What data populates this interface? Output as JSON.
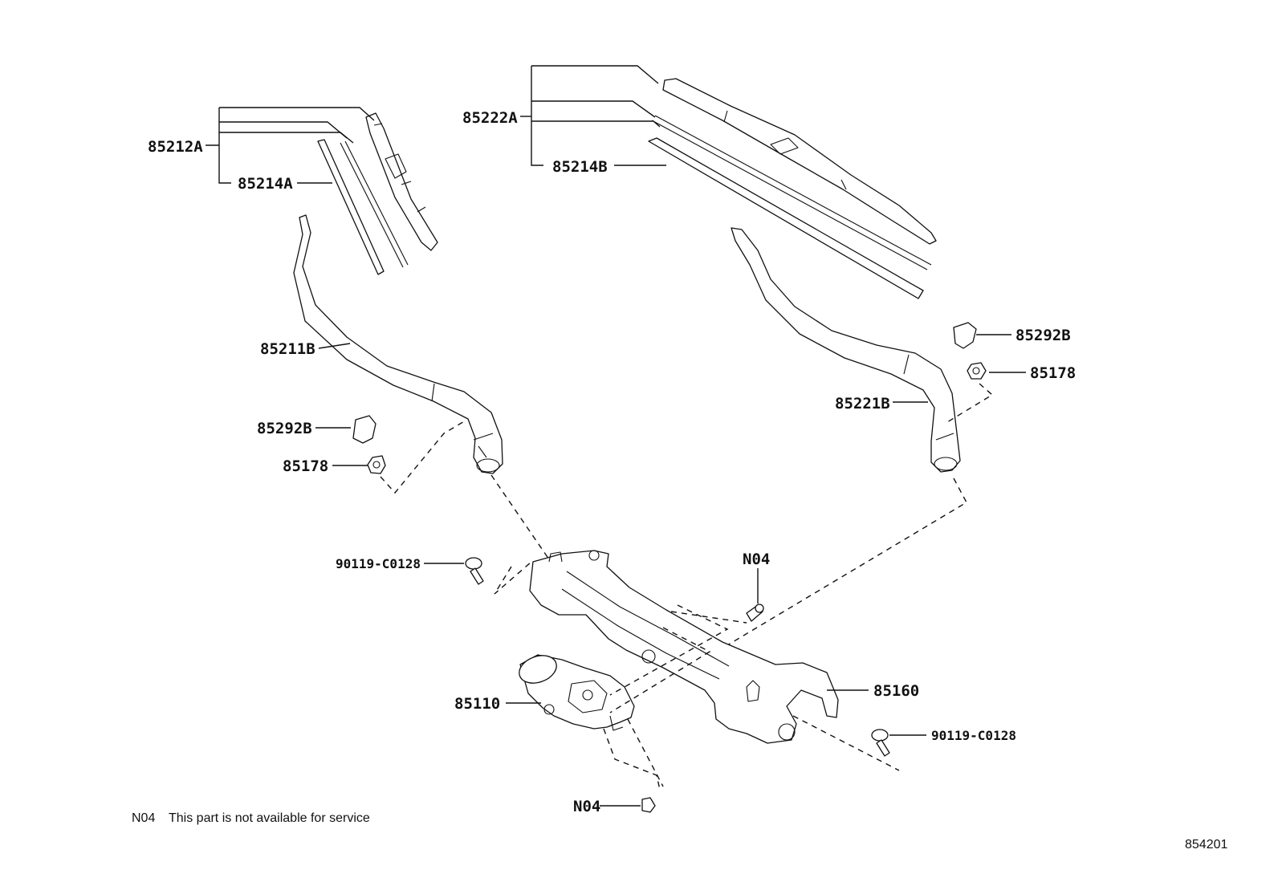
{
  "parts": {
    "blade_left": "85212A",
    "rubber_left": "85214A",
    "arm_left": "85211B",
    "cap_left": "85292B",
    "nut_left": "85178",
    "blade_right": "85222A",
    "rubber_right": "85214B",
    "cap_right": "85292B",
    "nut_right": "85178",
    "arm_right": "85221B",
    "bolt_left": "90119-C0128",
    "n04_top": "N04",
    "motor": "85110",
    "link_assembly": "85160",
    "bolt_right": "90119-C0128",
    "n04_bottom": "N04"
  },
  "footnote": {
    "code": "N04",
    "text": "This part is not available for service"
  },
  "figure_number": "854201",
  "colors": {
    "line": "#111111",
    "background": "#ffffff"
  }
}
